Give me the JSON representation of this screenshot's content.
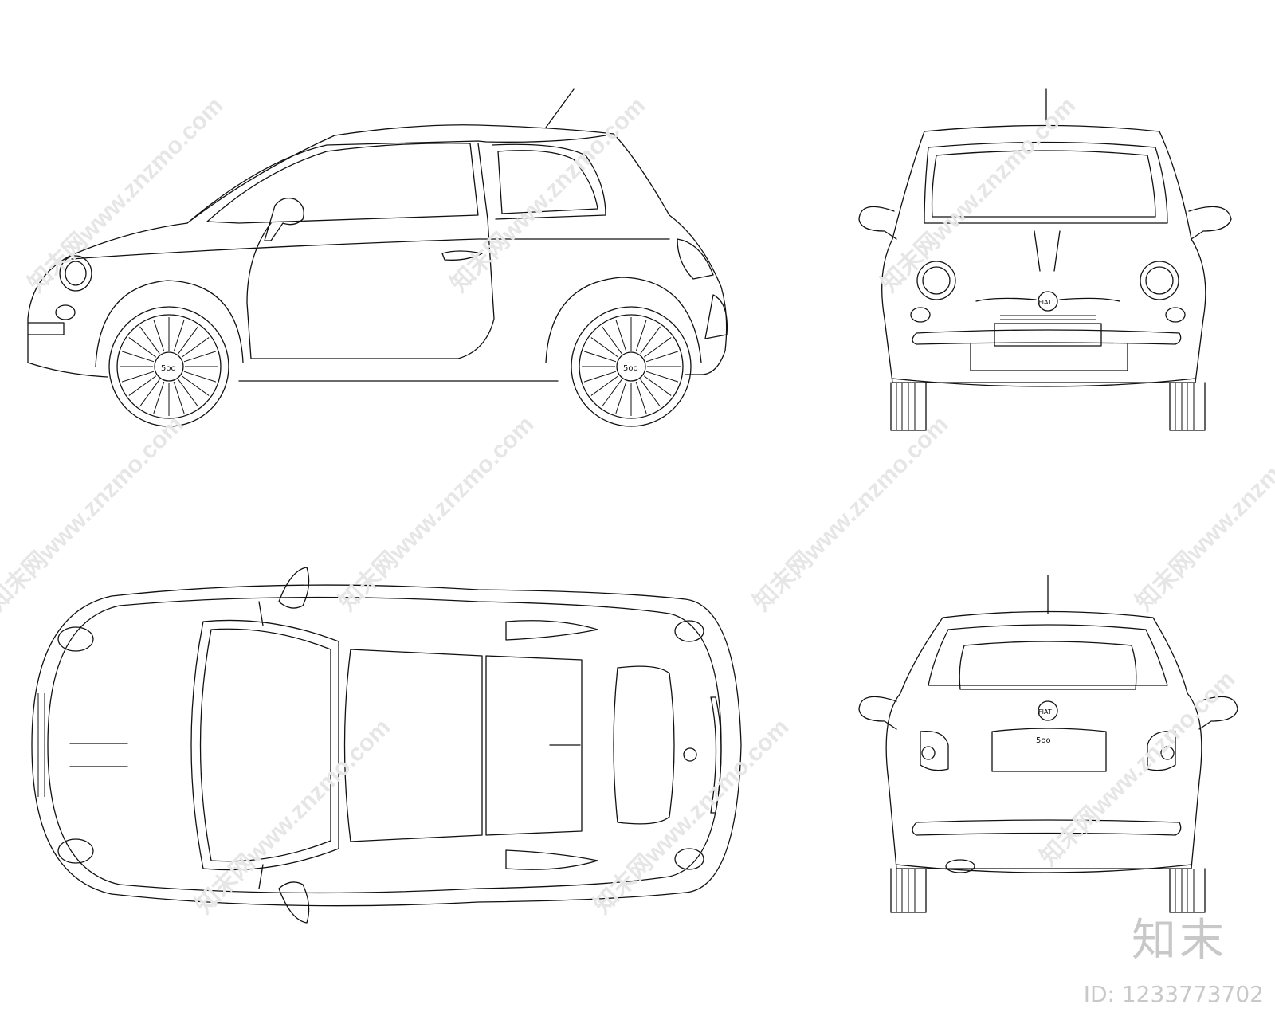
{
  "watermark": {
    "text": "知末网www.znzmo.com"
  },
  "badges": {
    "model": "5oo",
    "brand": "FIAT"
  },
  "corner_logo": {
    "text": "知末"
  },
  "image_id": {
    "text": "ID: 1233773702"
  },
  "colors": {
    "line": "#111111",
    "watermark": "#e6e6e6",
    "background": "#ffffff"
  }
}
